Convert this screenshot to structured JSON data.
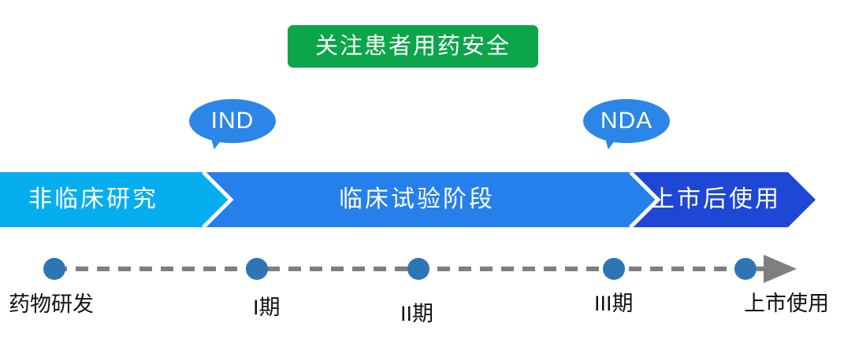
{
  "headline": {
    "text": "关注患者用药安全",
    "bg_color": "#0CA54A",
    "text_color": "#FFFFFF"
  },
  "milestones": [
    {
      "id": "ind",
      "label": "IND",
      "color": "#2C86E8"
    },
    {
      "id": "nda",
      "label": "NDA",
      "color": "#2C86E8"
    }
  ],
  "process_band": {
    "segments": [
      {
        "id": "preclinical",
        "label": "非临床研究",
        "color": "#06AEEF"
      },
      {
        "id": "clinical",
        "label": "临床试验阶段",
        "color": "#2680EB"
      },
      {
        "id": "postmarket",
        "label": "上市后使用",
        "color": "#1F47D6"
      }
    ],
    "separator_color": "#FFFFFF",
    "label_color": "#FFFFFF"
  },
  "timeline": {
    "line_color": "#7F7F7F",
    "dot_color": "#2E75B6",
    "label_color": "#111111",
    "nodes": [
      {
        "id": "drug-rd",
        "label": "药物研发"
      },
      {
        "id": "phase-1",
        "label": "I期"
      },
      {
        "id": "phase-2",
        "label": "II期"
      },
      {
        "id": "phase-3",
        "label": "III期"
      },
      {
        "id": "on-market",
        "label": "上市使用"
      }
    ]
  }
}
